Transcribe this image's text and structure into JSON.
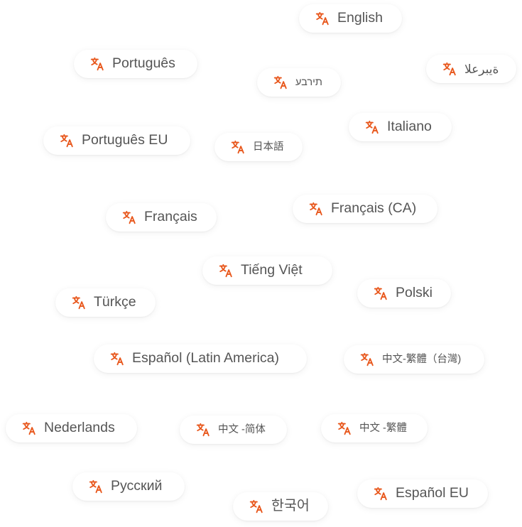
{
  "accent_color": "#E8571C",
  "icon_name": "translate-icon",
  "languages": [
    {
      "label": "English"
    },
    {
      "label": "Português"
    },
    {
      "label": "ةيبرعلا"
    },
    {
      "label": "תירבע"
    },
    {
      "label": "Italiano"
    },
    {
      "label": "Português EU"
    },
    {
      "label": "日本語"
    },
    {
      "label": "Français"
    },
    {
      "label": "Français (CA)"
    },
    {
      "label": "Tiếng Việt"
    },
    {
      "label": "Polski"
    },
    {
      "label": "Türkçe"
    },
    {
      "label": "Español (Latin America)"
    },
    {
      "label": "中文-繁體（台灣)"
    },
    {
      "label": "Nederlands"
    },
    {
      "label": "中文 -简体"
    },
    {
      "label": "中文 -繁體"
    },
    {
      "label": "Русский"
    },
    {
      "label": "한국어"
    },
    {
      "label": "Español EU"
    }
  ]
}
